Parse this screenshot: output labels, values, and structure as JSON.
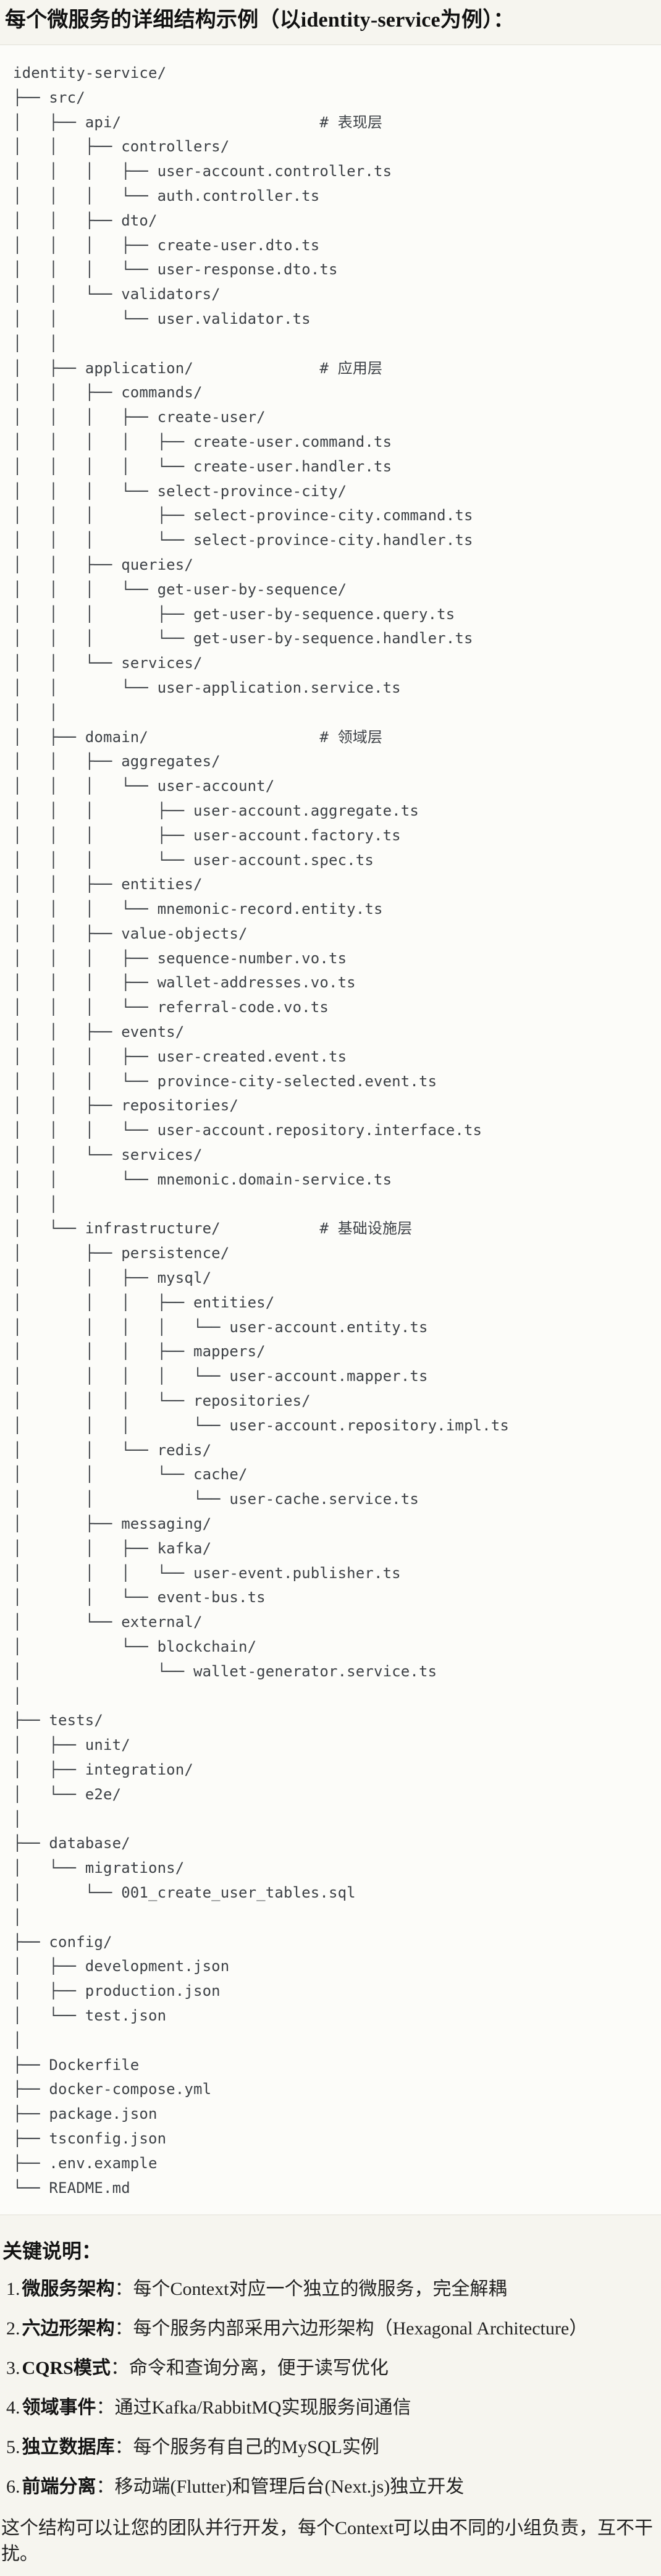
{
  "page": {
    "title": "每个微服务的详细结构示例（以identity-service为例）：",
    "closing": "这个结构可以让您的团队并行开发，每个Context可以由不同的小组负责，互不干扰。"
  },
  "tree": {
    "lines": [
      "identity-service/",
      "├── src/",
      "│   ├── api/                      # 表现层",
      "│   │   ├── controllers/",
      "│   │   │   ├── user-account.controller.ts",
      "│   │   │   └── auth.controller.ts",
      "│   │   ├── dto/",
      "│   │   │   ├── create-user.dto.ts",
      "│   │   │   └── user-response.dto.ts",
      "│   │   └── validators/",
      "│   │       └── user.validator.ts",
      "│   │",
      "│   ├── application/              # 应用层",
      "│   │   ├── commands/",
      "│   │   │   ├── create-user/",
      "│   │   │   │   ├── create-user.command.ts",
      "│   │   │   │   └── create-user.handler.ts",
      "│   │   │   └── select-province-city/",
      "│   │   │       ├── select-province-city.command.ts",
      "│   │   │       └── select-province-city.handler.ts",
      "│   │   ├── queries/",
      "│   │   │   └── get-user-by-sequence/",
      "│   │   │       ├── get-user-by-sequence.query.ts",
      "│   │   │       └── get-user-by-sequence.handler.ts",
      "│   │   └── services/",
      "│   │       └── user-application.service.ts",
      "│   │",
      "│   ├── domain/                   # 领域层",
      "│   │   ├── aggregates/",
      "│   │   │   └── user-account/",
      "│   │   │       ├── user-account.aggregate.ts",
      "│   │   │       ├── user-account.factory.ts",
      "│   │   │       └── user-account.spec.ts",
      "│   │   ├── entities/",
      "│   │   │   └── mnemonic-record.entity.ts",
      "│   │   ├── value-objects/",
      "│   │   │   ├── sequence-number.vo.ts",
      "│   │   │   ├── wallet-addresses.vo.ts",
      "│   │   │   └── referral-code.vo.ts",
      "│   │   ├── events/",
      "│   │   │   ├── user-created.event.ts",
      "│   │   │   └── province-city-selected.event.ts",
      "│   │   ├── repositories/",
      "│   │   │   └── user-account.repository.interface.ts",
      "│   │   └── services/",
      "│   │       └── mnemonic.domain-service.ts",
      "│   │",
      "│   └── infrastructure/           # 基础设施层",
      "│       ├── persistence/",
      "│       │   ├── mysql/",
      "│       │   │   ├── entities/",
      "│       │   │   │   └── user-account.entity.ts",
      "│       │   │   ├── mappers/",
      "│       │   │   │   └── user-account.mapper.ts",
      "│       │   │   └── repositories/",
      "│       │   │       └── user-account.repository.impl.ts",
      "│       │   └── redis/",
      "│       │       └── cache/",
      "│       │           └── user-cache.service.ts",
      "│       ├── messaging/",
      "│       │   ├── kafka/",
      "│       │   │   └── user-event.publisher.ts",
      "│       │   └── event-bus.ts",
      "│       └── external/",
      "│           └── blockchain/",
      "│               └── wallet-generator.service.ts",
      "│",
      "├── tests/",
      "│   ├── unit/",
      "│   ├── integration/",
      "│   └── e2e/",
      "│",
      "├── database/",
      "│   └── migrations/",
      "│       └── 001_create_user_tables.sql",
      "│",
      "├── config/",
      "│   ├── development.json",
      "│   ├── production.json",
      "│   └── test.json",
      "│",
      "├── Dockerfile",
      "├── docker-compose.yml",
      "├── package.json",
      "├── tsconfig.json",
      "├── .env.example",
      "└── README.md"
    ]
  },
  "notes": {
    "heading": "关键说明：",
    "items": [
      {
        "number": "1.",
        "label": "微服务架构",
        "separator": "：",
        "text": "每个Context对应一个独立的微服务，完全解耦"
      },
      {
        "number": "2.",
        "label": "六边形架构",
        "separator": "：",
        "text": "每个服务内部采用六边形架构（Hexagonal Architecture）"
      },
      {
        "number": "3.",
        "label": "CQRS模式",
        "separator": "：",
        "text": "命令和查询分离，便于读写优化"
      },
      {
        "number": "4.",
        "label": "领域事件",
        "separator": "：",
        "text": "通过Kafka/RabbitMQ实现服务间通信"
      },
      {
        "number": "5.",
        "label": "独立数据库",
        "separator": "：",
        "text": "每个服务有自己的MySQL实例"
      },
      {
        "number": "6.",
        "label": "前端分离",
        "separator": "：",
        "text": "移动端(Flutter)和管理后台(Next.js)独立开发"
      }
    ]
  },
  "colors": {
    "page_bg": "#F6F5EF",
    "code_bg": "#FCFCF9",
    "code_border": "#E2E0D8",
    "code_text": "#3D4146",
    "heading_text": "#111111"
  }
}
